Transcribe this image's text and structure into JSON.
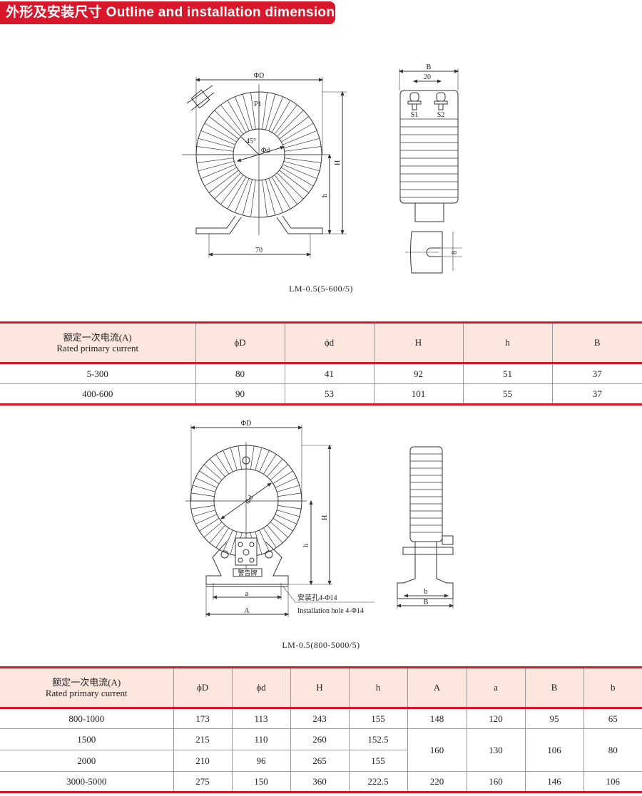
{
  "header": {
    "title": "外形及安装尺寸 Outline and installation dimension",
    "color": "#d8172b"
  },
  "drawing1": {
    "labels": {
      "phiD": "ΦD",
      "phid": "Φd",
      "angle": "45°",
      "p1": "P1",
      "H": "H",
      "h": "h",
      "width70": "70",
      "B": "B",
      "spacing20": "20",
      "s1": "S1",
      "s2": "S2",
      "slot8": "8"
    },
    "caption": "LM-0.5(5-600/5)"
  },
  "table1": {
    "header": {
      "current_cn": "额定一次电流(A)",
      "current_en": "Rated primary current",
      "cols": [
        "ϕD",
        "ϕd",
        "H",
        "h",
        "B"
      ]
    },
    "rows": [
      {
        "current": "5-300",
        "values": [
          "80",
          "41",
          "92",
          "51",
          "37"
        ]
      },
      {
        "current": "400-600",
        "values": [
          "90",
          "53",
          "101",
          "55",
          "37"
        ]
      }
    ]
  },
  "drawing2": {
    "labels": {
      "phiD": "ΦD",
      "phid": "Φd",
      "H": "H",
      "h": "h",
      "a": "a",
      "A": "A",
      "b": "b",
      "B": "B",
      "plate": "警告牌",
      "hole_cn": "安装孔4-Φ14",
      "hole_en": "Installation hole 4-Φ14"
    },
    "caption": "LM-0.5(800-5000/5)"
  },
  "table2": {
    "header": {
      "current_cn": "额定一次电流(A)",
      "current_en": "Rated primary current",
      "cols": [
        "ϕD",
        "ϕd",
        "H",
        "h",
        "A",
        "a",
        "B",
        "b"
      ]
    },
    "rows": [
      {
        "current": "800-1000",
        "values": [
          "173",
          "113",
          "243",
          "155",
          "148",
          "120",
          "95",
          "65"
        ]
      },
      {
        "current": "1500",
        "values": [
          "215",
          "110",
          "260",
          "152.5"
        ]
      },
      {
        "current": "2000",
        "values": [
          "210",
          "96",
          "265",
          "155"
        ]
      },
      {
        "current": "3000-5000",
        "values": [
          "275",
          "150",
          "360",
          "222.5",
          "220",
          "160",
          "146",
          "106"
        ]
      }
    ],
    "merged_1500_2000": [
      "160",
      "130",
      "106",
      "80"
    ]
  }
}
